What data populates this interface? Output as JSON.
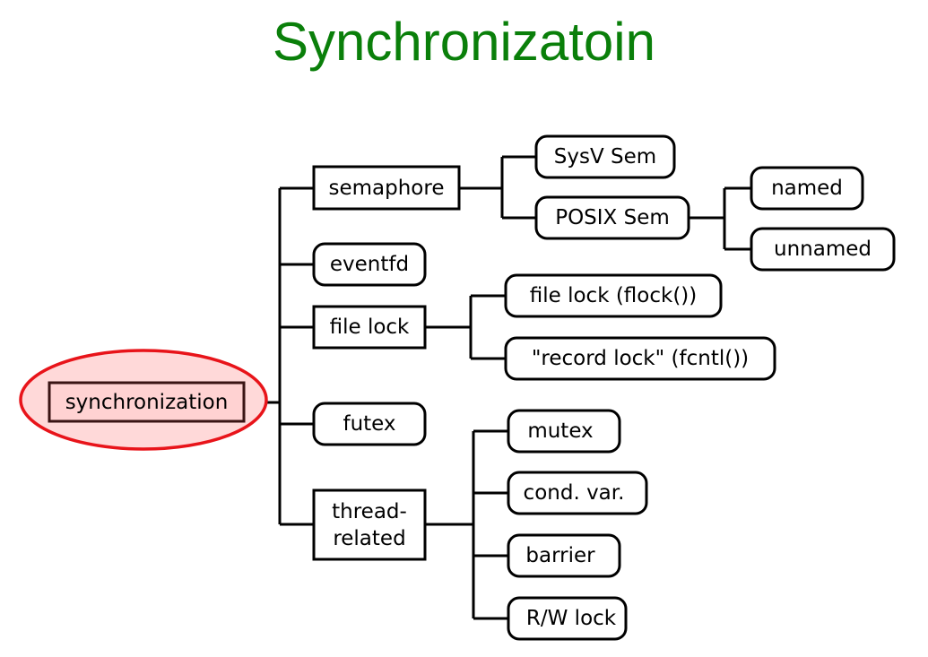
{
  "title": "Synchronizatoin",
  "colors": {
    "title": "#0a7f0a",
    "root_ellipse_fill": "#ffd9d9",
    "root_ellipse_stroke": "#e8141a",
    "root_box_fill": "#ffd2d2",
    "root_box_stroke": "#3a1414",
    "node_stroke": "#000000",
    "node_fill": "#ffffff"
  },
  "nodes": {
    "root": "synchronization",
    "semaphore": "semaphore",
    "sysv_sem": "SysV Sem",
    "posix_sem": "POSIX Sem",
    "named": "named",
    "unnamed": "unnamed",
    "eventfd": "eventfd",
    "file_lock": "file lock",
    "flock": "file lock (flock())",
    "record_lock": "\"record lock\" (fcntl())",
    "futex": "futex",
    "thread_related_1": "thread-",
    "thread_related_2": "related",
    "mutex": "mutex",
    "cond_var": "cond. var.",
    "barrier": "barrier",
    "rw_lock": "R/W lock"
  }
}
